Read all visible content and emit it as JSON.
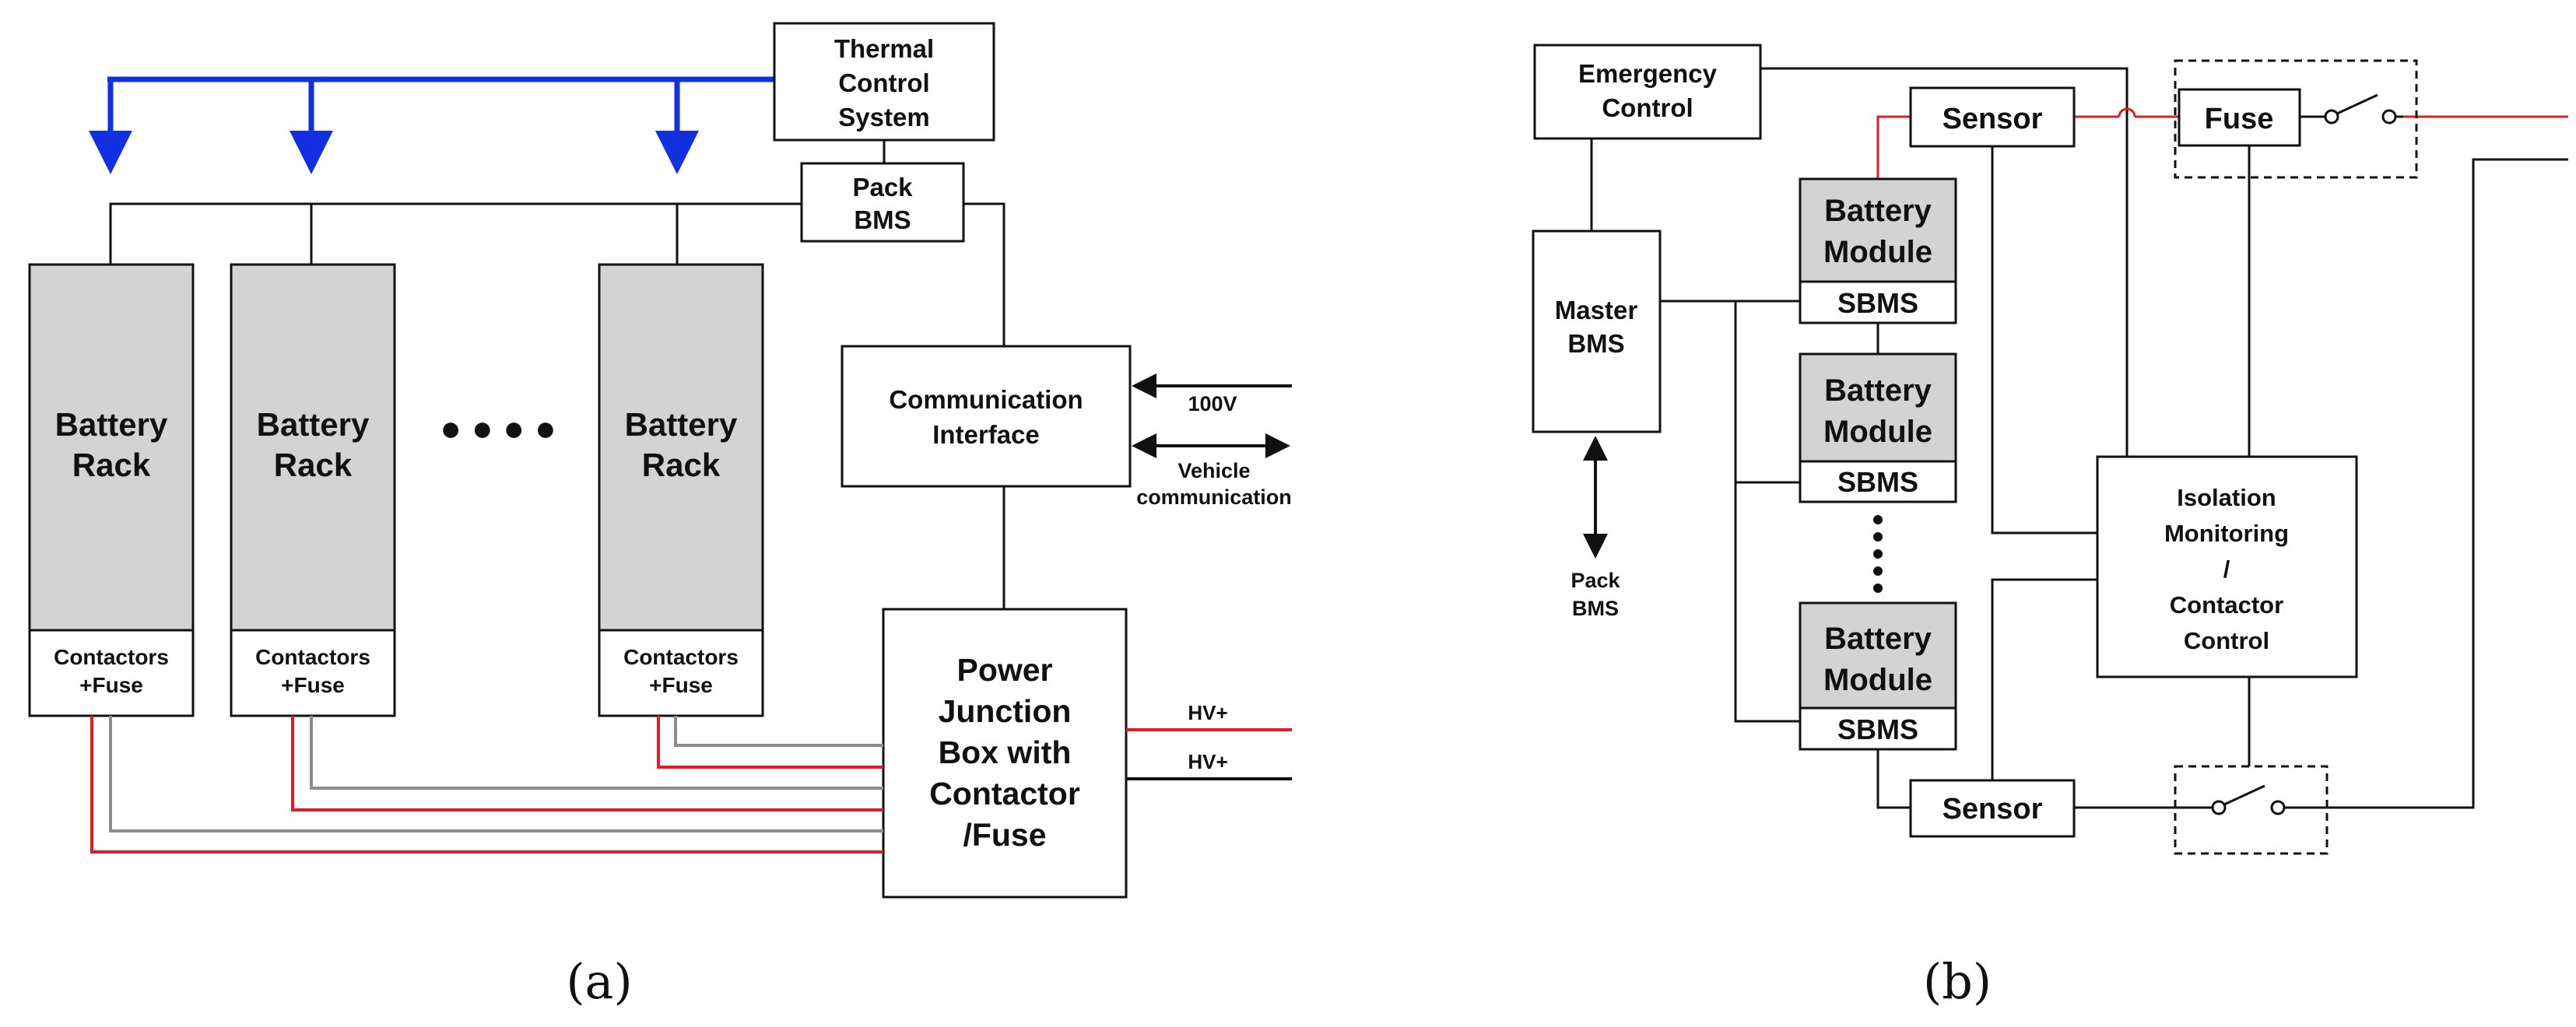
{
  "colors": {
    "black": "#111111",
    "red": "#e01b24",
    "blue": "#1330e0",
    "gray_wire": "#8c8c8c",
    "rack_fill": "#d3d3d3"
  },
  "diagram_a": {
    "caption": "(a)",
    "thermal_control": [
      "Thermal",
      "Control",
      "System"
    ],
    "pack_bms": [
      "Pack",
      "BMS"
    ],
    "racks": [
      {
        "label": [
          "Battery",
          "Rack"
        ],
        "contactor": [
          "Contactors",
          "+Fuse"
        ]
      },
      {
        "label": [
          "Battery",
          "Rack"
        ],
        "contactor": [
          "Contactors",
          "+Fuse"
        ]
      },
      {
        "label": [
          "Battery",
          "Rack"
        ],
        "contactor": [
          "Contactors",
          "+Fuse"
        ]
      }
    ],
    "ellipsis": "● ● ● ●",
    "comm_interface": [
      "Communication",
      "Interface"
    ],
    "signal_100v": "100V",
    "vehicle_comm": [
      "Vehicle",
      "communication"
    ],
    "junction_box": [
      "Power",
      "Junction",
      "Box with",
      "Contactor",
      "/Fuse"
    ],
    "hv_plus_1": "HV+",
    "hv_plus_2": "HV+"
  },
  "diagram_b": {
    "caption": "(b)",
    "emergency_control": [
      "Emergency",
      "Control"
    ],
    "master_bms": [
      "Master",
      "BMS"
    ],
    "pack_bms": [
      "Pack",
      "BMS"
    ],
    "sensor_top": "Sensor",
    "sensor_bottom": "Sensor",
    "fuse": "Fuse",
    "modules": [
      {
        "label": [
          "Battery",
          "Module"
        ],
        "sbms": "SBMS"
      },
      {
        "label": [
          "Battery",
          "Module"
        ],
        "sbms": "SBMS"
      },
      {
        "label": [
          "Battery",
          "Module"
        ],
        "sbms": "SBMS"
      }
    ],
    "isolation": [
      "Isolation",
      "Monitoring",
      "/",
      "Contactor",
      "Control"
    ]
  }
}
